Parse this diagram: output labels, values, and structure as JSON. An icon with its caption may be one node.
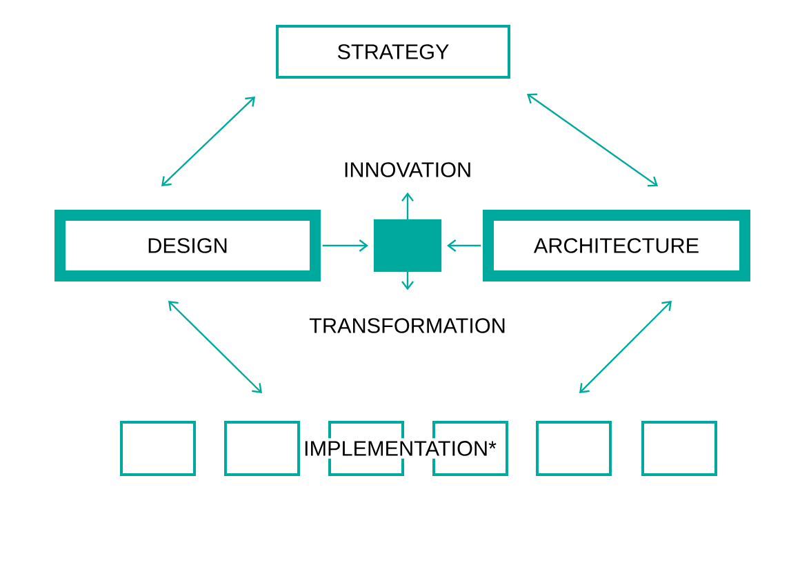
{
  "diagram": {
    "nodes": [
      {
        "text": [
          "STRATEGY"
        ]
      },
      {
        "text": [
          "DESIGN"
        ]
      },
      {
        "text": [],
        "shape": "box"
      },
      {
        "text": [
          "ARCHITECTURE"
        ]
      },
      {
        "text": [
          "INNOVATION"
        ]
      },
      {
        "text": [
          "TRANSFORMATION"
        ]
      },
      {
        "text": [],
        "shape": "box"
      },
      {
        "text": [],
        "shape": "box"
      },
      {
        "text": [],
        "shape": "box"
      },
      {
        "text": [],
        "shape": "box"
      },
      {
        "text": [],
        "shape": "box"
      },
      {
        "text": [],
        "shape": "box"
      }
    ],
    "edges": [
      {
        "from": 0,
        "to": 1,
        "arrow": "both"
      },
      {
        "from": 0,
        "to": 3,
        "arrow": "both"
      },
      {
        "from": 1,
        "to": 2,
        "arrow": "to"
      },
      {
        "from": 3,
        "to": 2,
        "arrow": "to"
      },
      {
        "from": 2,
        "to": 4,
        "arrow": "to"
      },
      {
        "from": 2,
        "to": 5,
        "arrow": "to"
      },
      {
        "from": 1,
        "to": 7,
        "arrow": "both"
      },
      {
        "from": 3,
        "to": 10,
        "arrow": "both"
      }
    ],
    "labels": [
      "IMPLEMENTATION*"
    ]
  }
}
